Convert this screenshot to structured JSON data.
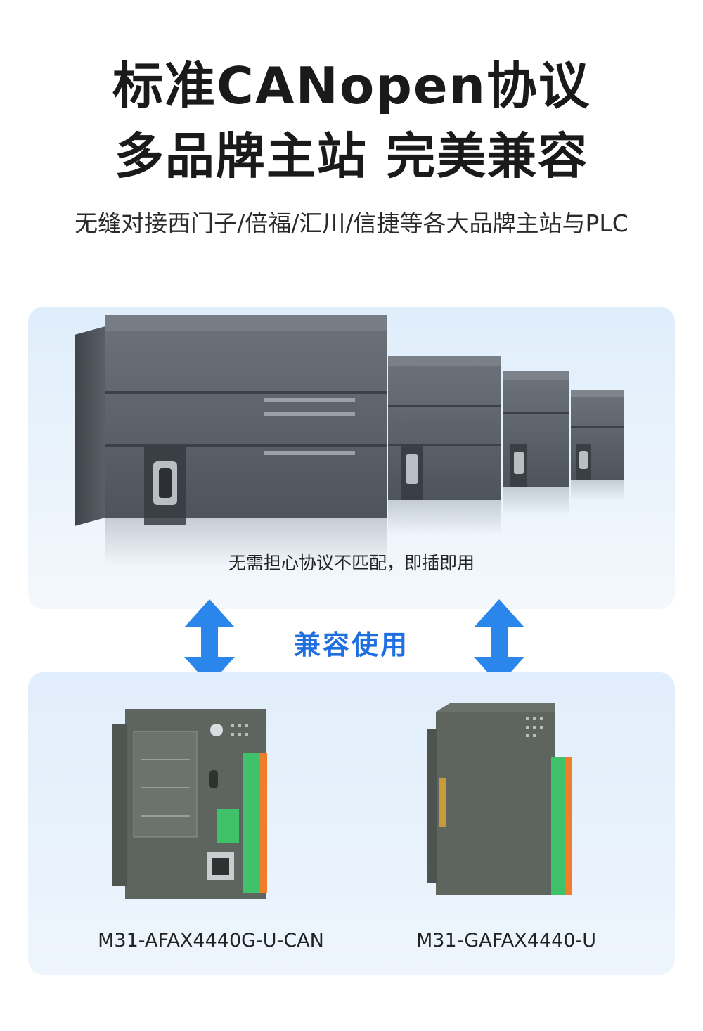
{
  "header": {
    "title_line1": "标准CANopen协议",
    "title_line2": "多品牌主站 完美兼容",
    "subtitle": "无缝对接西门子/倍福/汇川/信捷等各大品牌主站与PLC"
  },
  "top_panel": {
    "caption": "无需担心协议不匹配，即插即用"
  },
  "compat_label": "兼容使用",
  "products": [
    {
      "model": "M31-AFAX4440G-U-CAN"
    },
    {
      "model": "M31-GAFAX4440-U"
    }
  ],
  "colors": {
    "accent": "#1f6fe0",
    "arrow": "#2a86ea",
    "plc_body": "#5b6168",
    "module_body": "#5e655f",
    "terminal_green": "#3fc26a",
    "terminal_orange": "#f07d2a"
  }
}
